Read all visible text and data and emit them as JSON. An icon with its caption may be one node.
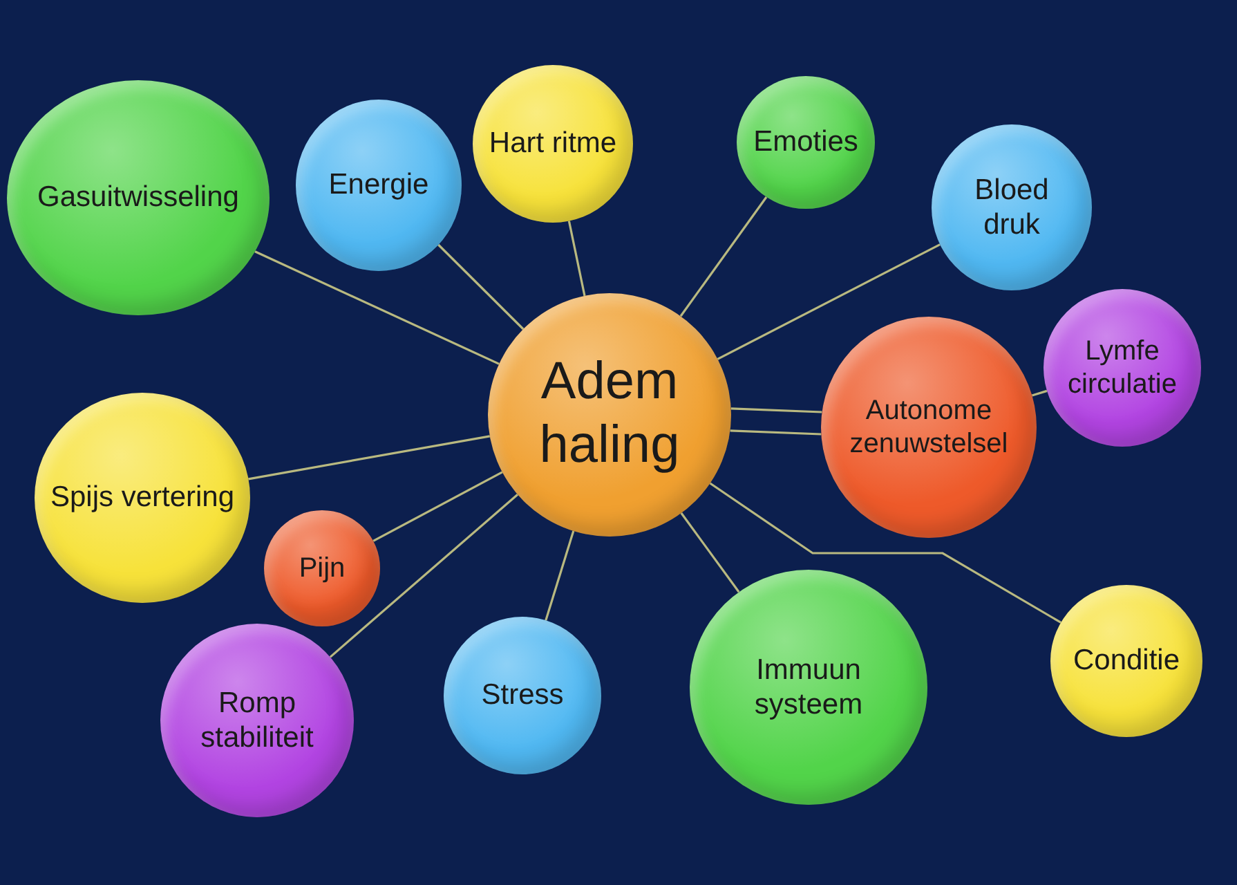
{
  "diagram": {
    "nodes": [
      {
        "text": [
          "Adem haling"
        ]
      },
      {
        "text": [
          "Gasuitwisseling"
        ]
      },
      {
        "text": [
          "Energie"
        ]
      },
      {
        "text": [
          "Hart ritme"
        ]
      },
      {
        "text": [
          "Emoties"
        ]
      },
      {
        "text": [
          "Bloed druk"
        ]
      },
      {
        "text": [
          "Lymfe circulatie"
        ]
      },
      {
        "text": [
          "Autonome zenuwstelsel"
        ]
      },
      {
        "text": [
          "Spijs vertering"
        ]
      },
      {
        "text": [
          "Pijn"
        ]
      },
      {
        "text": [
          "Romp stabiliteit"
        ]
      },
      {
        "text": [
          "Stress"
        ]
      },
      {
        "text": [
          "Immuun systeem"
        ]
      },
      {
        "text": [
          "Conditie"
        ]
      }
    ],
    "edges": [
      {
        "from": 0,
        "to": 1,
        "arrow": "none"
      },
      {
        "from": 0,
        "to": 2,
        "arrow": "none"
      },
      {
        "from": 0,
        "to": 3,
        "arrow": "none"
      },
      {
        "from": 0,
        "to": 4,
        "arrow": "none"
      },
      {
        "from": 0,
        "to": 5,
        "arrow": "none"
      },
      {
        "from": 0,
        "to": 7,
        "arrow": "none"
      },
      {
        "from": 0,
        "to": 7,
        "arrow": "none"
      },
      {
        "from": 7,
        "to": 6,
        "arrow": "none"
      },
      {
        "from": 0,
        "to": 8,
        "arrow": "none"
      },
      {
        "from": 0,
        "to": 9,
        "arrow": "none"
      },
      {
        "from": 0,
        "to": 10,
        "arrow": "none"
      },
      {
        "from": 0,
        "to": 11,
        "arrow": "none"
      },
      {
        "from": 0,
        "to": 12,
        "arrow": "none"
      },
      {
        "from": 0,
        "to": 13,
        "arrow": "none"
      }
    ]
  }
}
